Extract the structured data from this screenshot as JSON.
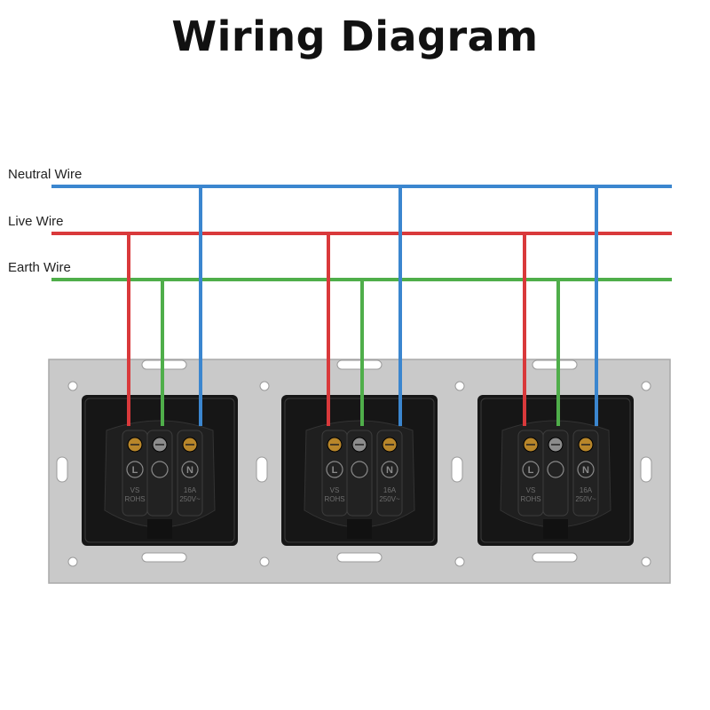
{
  "title": "Wiring Diagram",
  "wires": {
    "neutral_label": "Neutral Wire",
    "live_label": "Live Wire",
    "earth_label": "Earth Wire"
  },
  "colors": {
    "neutral": "#3b86cf",
    "live": "#d9393b",
    "earth": "#4fae4a",
    "frame": "#c9c9c9",
    "socket": "#161616",
    "terminal": "#b8862a"
  },
  "sockets": [
    {
      "terminal_left": "L",
      "terminal_right": "N",
      "rating_left": "VS\nROHS",
      "rating_right": "16A\n250V~"
    },
    {
      "terminal_left": "L",
      "terminal_right": "N",
      "rating_left": "VS\nROHS",
      "rating_right": "16A\n250V~"
    },
    {
      "terminal_left": "L",
      "terminal_right": "N",
      "rating_left": "VS\nROHS",
      "rating_right": "16A\n250V~"
    }
  ]
}
